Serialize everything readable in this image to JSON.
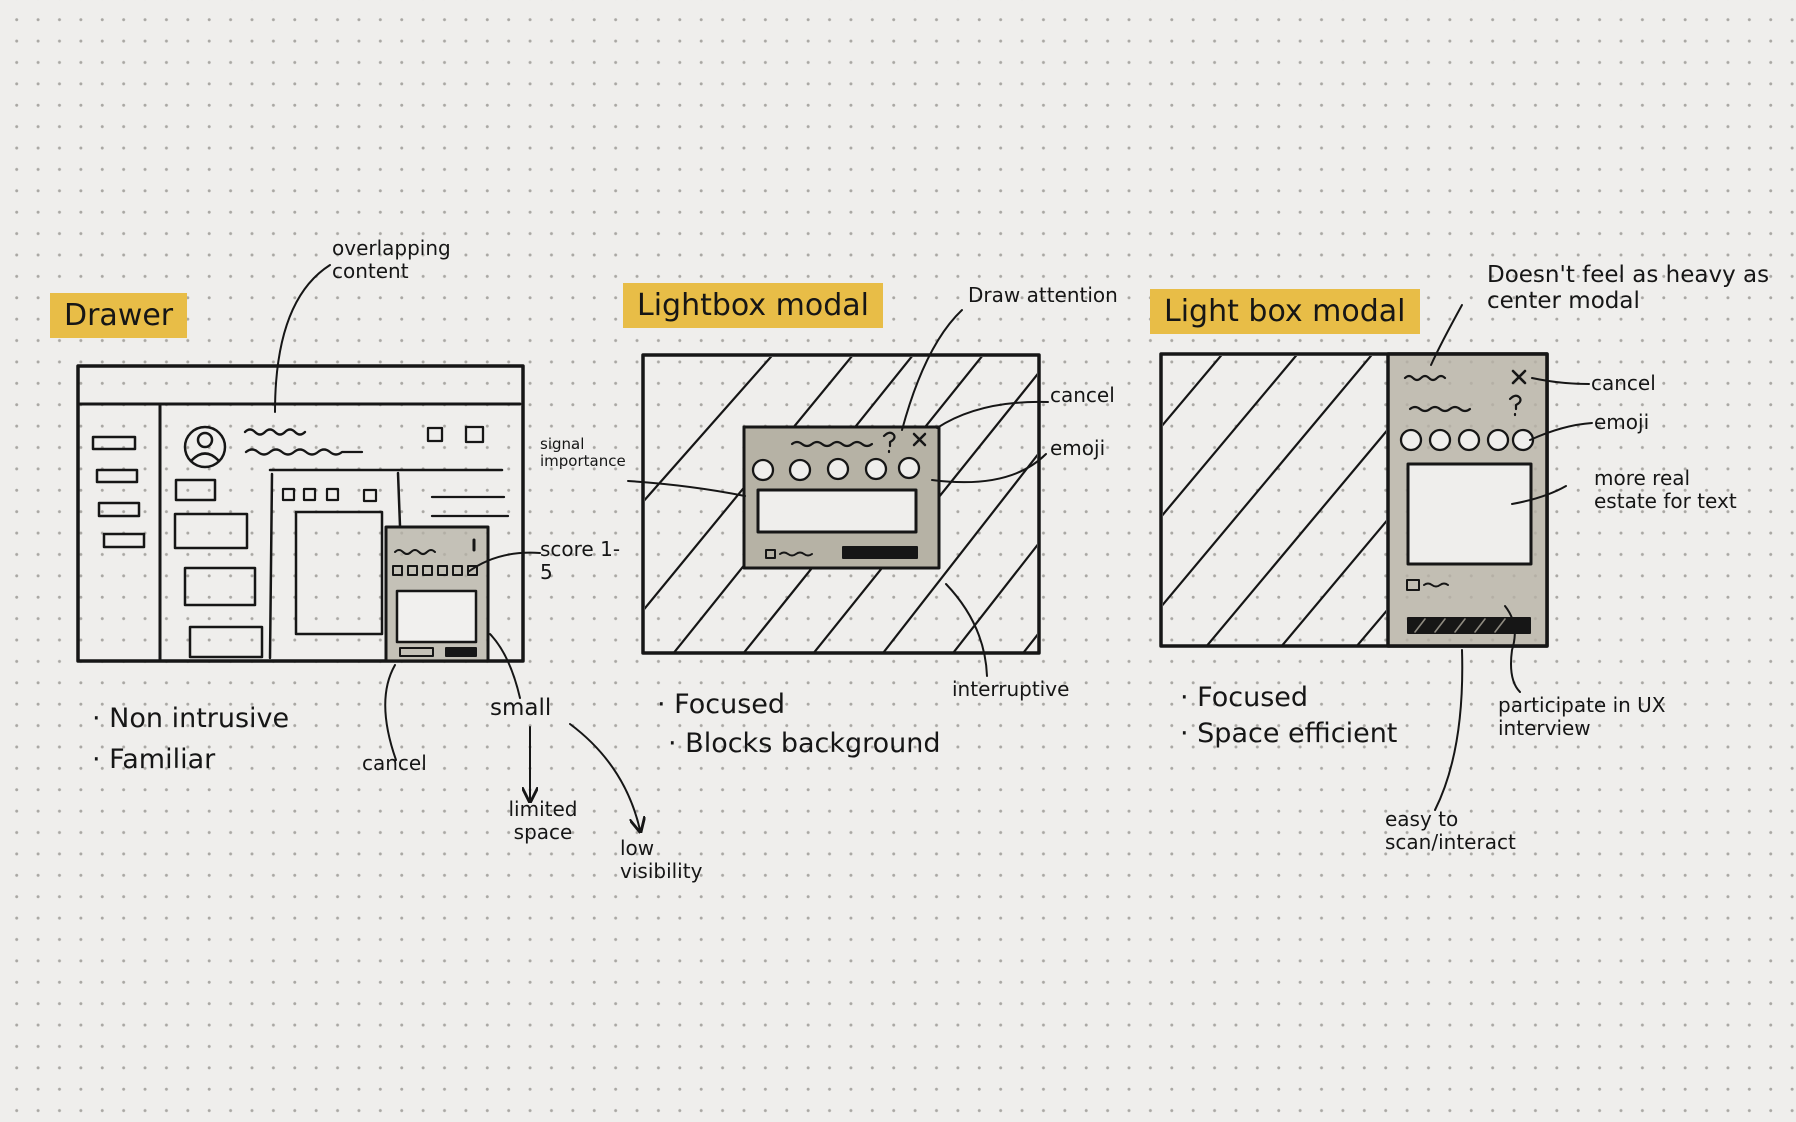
{
  "titles": {
    "drawer": "Drawer",
    "lightbox_center": "Lightbox modal",
    "lightbox_side": "Light box modal"
  },
  "drawer": {
    "note_overlapping": "overlapping content",
    "note_score": "score 1-5",
    "note_cancel": "cancel",
    "note_small": "small",
    "note_limited": "limited space",
    "note_low": "low visibility",
    "bullets": [
      "· Non intrusive",
      "· Familiar"
    ]
  },
  "lightbox_center": {
    "note_draw": "Draw attention",
    "note_cancel": "cancel",
    "note_emoji": "emoji",
    "note_signal": "signal importance",
    "note_interruptive": "interruptive",
    "bullets": [
      "· Focused",
      "· Blocks background"
    ]
  },
  "lightbox_side": {
    "note_heavy": "Doesn't feel as heavy as center modal",
    "note_cancel": "cancel",
    "note_emoji": "emoji",
    "note_real_estate": "more real estate for text",
    "note_participate": "participate in UX interview",
    "note_easy": "easy to scan/interact",
    "bullets": [
      "· Focused",
      "· Space efficient"
    ]
  },
  "colors": {
    "paper": "#efeeec",
    "highlighter": "#e8bd47",
    "ink": "#161616",
    "marker_gray": "#b6b2a5"
  }
}
